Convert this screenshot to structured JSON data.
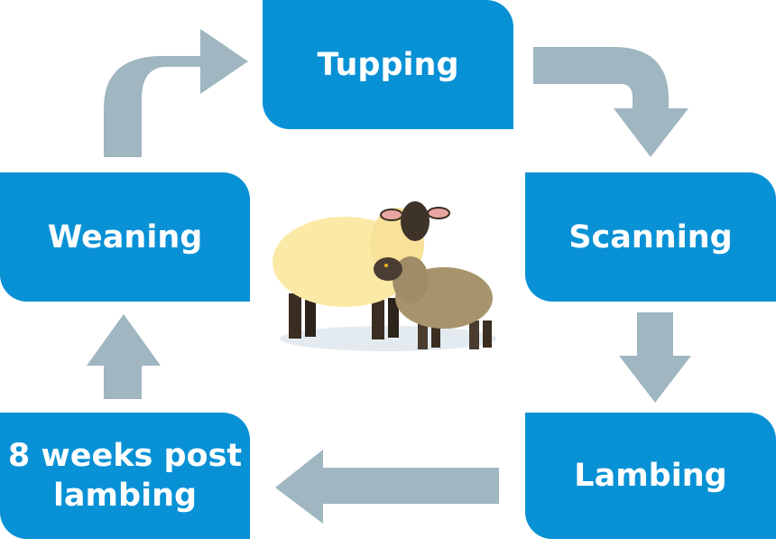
{
  "diagram": {
    "title": "Sheep production cycle",
    "stages": [
      {
        "id": "tupping",
        "label": "Tupping"
      },
      {
        "id": "scanning",
        "label": "Scanning"
      },
      {
        "id": "lambing",
        "label": "Lambing"
      },
      {
        "id": "8-weeks-post-lambing",
        "label_line1": "8 weeks post",
        "label_line2": "lambing"
      },
      {
        "id": "weaning",
        "label": "Weaning"
      }
    ],
    "flow": [
      "Tupping",
      "Scanning",
      "Lambing",
      "8 weeks post lambing",
      "Weaning",
      "Tupping"
    ],
    "center_image": "ewe-and-lamb-illustration"
  },
  "colors": {
    "box": "#0891d5",
    "arrow": "#a0b6c1",
    "text": "#ffffff"
  }
}
